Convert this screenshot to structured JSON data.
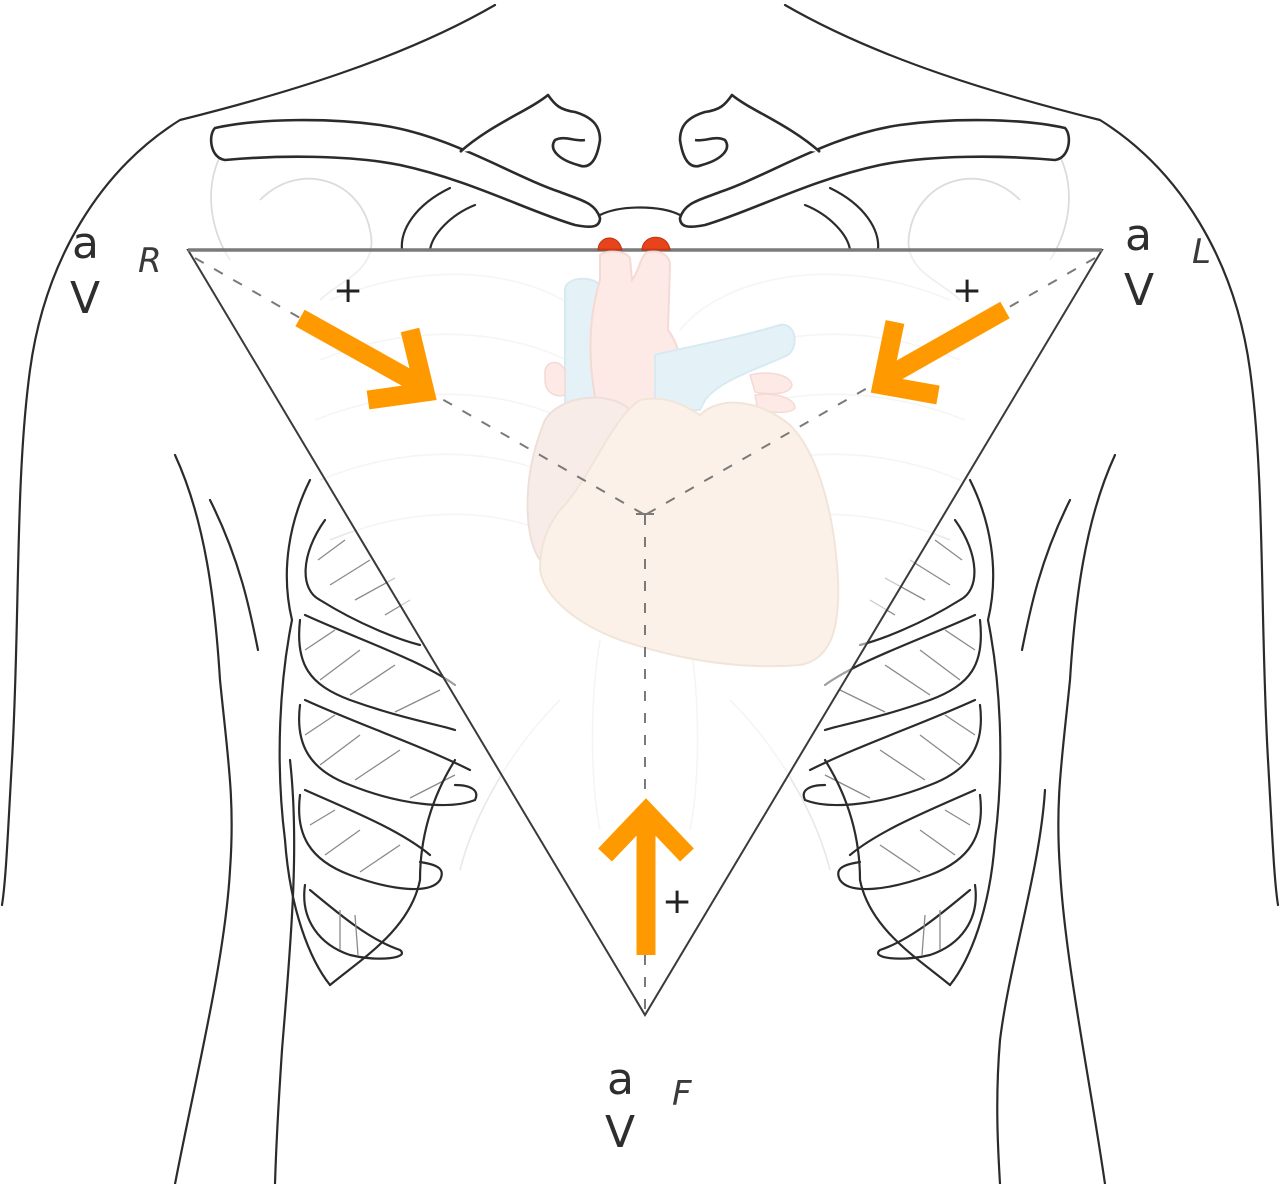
{
  "diagram": {
    "subject": "Augmented limb leads on the torso",
    "colors": {
      "arrow": "#ff9900",
      "outline": "#2b2b2b",
      "heart_body": "#fbf1e8",
      "heart_vessel_red": "#fde8e4",
      "heart_vessel_blue": "#e3f2f8",
      "vessel_cut": "#e63a10",
      "triangle_top": "#7a7a7a"
    },
    "leads": [
      {
        "id": "aVR",
        "a": "a",
        "v": "V",
        "sub": "R",
        "plus": "+"
      },
      {
        "id": "aVL",
        "a": "a",
        "v": "V",
        "sub": "L",
        "plus": "+"
      },
      {
        "id": "aVF",
        "a": "a",
        "v": "V",
        "sub": "F",
        "plus": "+"
      }
    ]
  }
}
